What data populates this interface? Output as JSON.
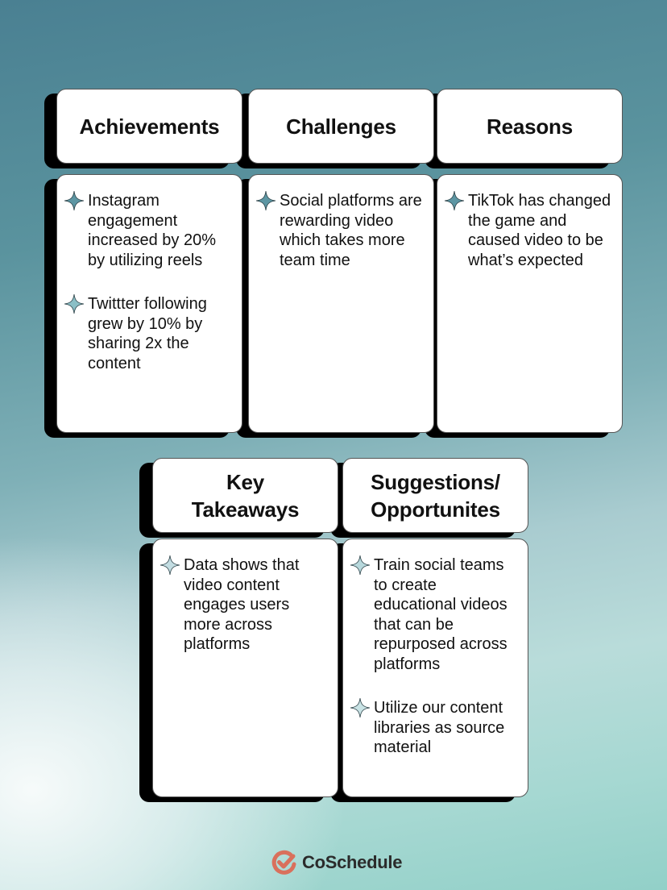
{
  "sections": [
    {
      "title": "Achievements",
      "items": [
        "Instagram engagement increased by 20% by utilizing reels",
        "Twittter following grew by 10% by sharing 2x the content"
      ]
    },
    {
      "title": "Challenges",
      "items": [
        "Social platforms are rewarding video which takes more team time"
      ]
    },
    {
      "title": "Reasons",
      "items": [
        "TikTok has changed the game and caused video to be what’s expected"
      ]
    },
    {
      "title_line1": "Key",
      "title_line2": "Takeaways",
      "items": [
        "Data shows that video content engages users more across platforms"
      ]
    },
    {
      "title_line1": "Suggestions/",
      "title_line2": "Opportunites",
      "items": [
        "Train social teams to create educational videos that can be repurposed across platforms",
        "Utilize our content libraries as source material"
      ]
    }
  ],
  "icons": {
    "bullet": "four-point-star-icon",
    "logo": "coschedule-check-icon"
  },
  "colors": {
    "bullet": "#5d96a3",
    "logo_accent": "#d9705c",
    "shadow": "#000000"
  },
  "footer": {
    "brand": "CoSchedule"
  }
}
